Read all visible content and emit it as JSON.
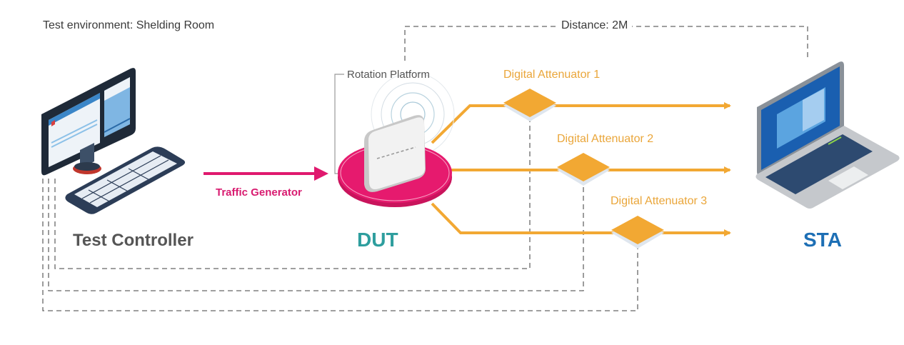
{
  "title": "Test environment: Shelding Room",
  "distance_label": "Distance: 2M",
  "rotation_platform_label": "Rotation Platform",
  "traffic_generator_label": "Traffic Generator",
  "nodes": {
    "test_controller": "Test Controller",
    "dut": "DUT",
    "sta": "STA"
  },
  "attenuators": [
    {
      "label": "Digital Attenuator 1"
    },
    {
      "label": "Digital Attenuator 2"
    },
    {
      "label": "Digital Attenuator 3"
    }
  ],
  "colors": {
    "attenuator": "#f2a833",
    "traffic": "#e0196e",
    "dut_label": "#2e9e9e",
    "sta_label": "#1d6fb5",
    "controller_label": "#555555",
    "dashed": "#666666"
  },
  "icons": {
    "controller": "desktop-computer-icon",
    "dut": "router-icon",
    "sta": "laptop-icon",
    "attenuator": "attenuator-tile-icon"
  }
}
